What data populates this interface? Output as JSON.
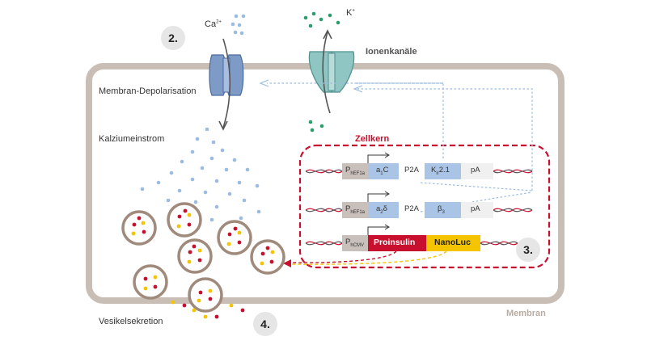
{
  "labels": {
    "ca_ion": "Ca",
    "ca_sup": "2+",
    "k_ion": "K",
    "k_sup": "+",
    "ion_channels": "Ionenkanäle",
    "depolarisation": "Membran-Depolarisation",
    "calcium_influx": "Kalziumeinstrom",
    "nucleus": "Zellkern",
    "vesicle_secretion": "Vesikelsekretion",
    "membrane": "Membran"
  },
  "steps": [
    "2.",
    "3.",
    "4."
  ],
  "constructs": [
    {
      "promoter": "P",
      "promoter_sub": "hEF1a",
      "gene1": "a",
      "gene1_sub": "1",
      "gene1_tail": "C",
      "linker": "P2A",
      "gene2": "K",
      "gene2_sub": "ir",
      "gene2_tail": "2.1",
      "polyA": "pA"
    },
    {
      "promoter": "P",
      "promoter_sub": "hEF1a",
      "gene1": "a",
      "gene1_sub": "2",
      "gene1_tail": "δ",
      "linker": "P2A",
      "gene2": "β",
      "gene2_sub": "3",
      "gene2_tail": "",
      "polyA": "pA"
    },
    {
      "promoter": "P",
      "promoter_sub": "hCMV",
      "gene1": "Proinsulin",
      "gene2": "NanoLuc"
    }
  ],
  "colors": {
    "membrane": "#c9beb5",
    "ca_channel": "#7e9bc8",
    "k_channel": "#8fc6c4",
    "calcium_dots": "#9bbbe0",
    "potassium_dots": "#2c9e6e",
    "nucleus_border": "#c8102e",
    "proinsulin": "#c8102e",
    "nanoluc": "#f5c400",
    "promoter_box": "#c9c0bb",
    "gene_box_blue": "#aac4e6"
  }
}
